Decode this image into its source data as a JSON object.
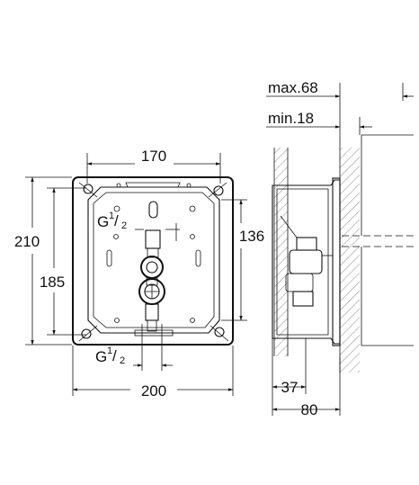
{
  "dimensions": {
    "width_inner": "170",
    "width_outer": "200",
    "height_outer": "210",
    "height_inner": "185",
    "height_mid": "136",
    "depth_max": "max.68",
    "depth_min": "min.18",
    "depth_37": "37",
    "depth_80": "80"
  },
  "threads": {
    "top": {
      "main": "G",
      "num": "1",
      "den": "2"
    },
    "bottom": {
      "main": "G",
      "num": "1",
      "den": "2"
    }
  },
  "colors": {
    "line": "#111111",
    "hatch": "#555555",
    "background": "#ffffff"
  }
}
